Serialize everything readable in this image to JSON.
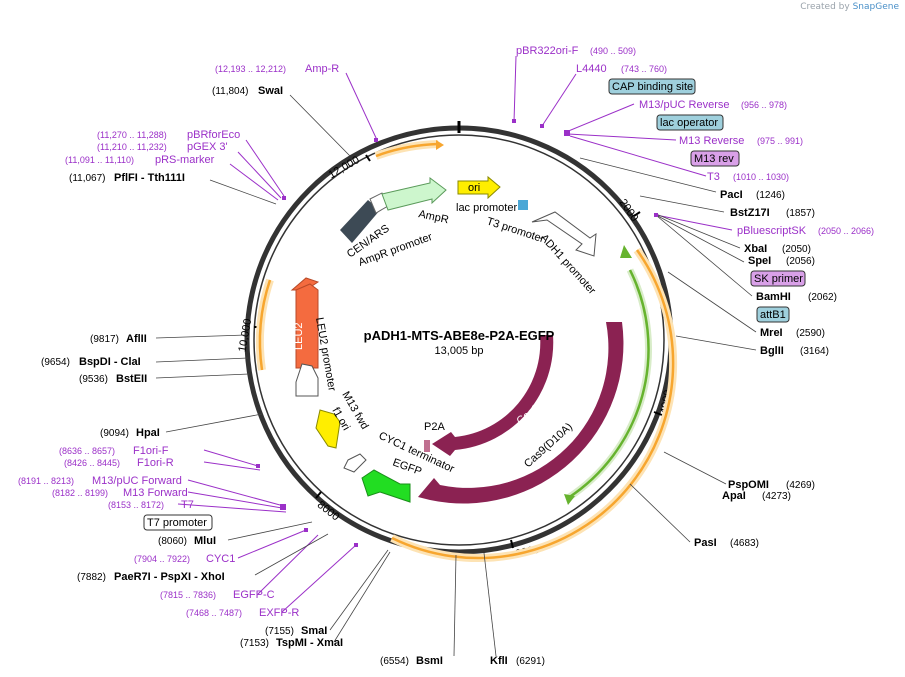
{
  "branding": {
    "prefix": "Created by",
    "name": "SnapGene"
  },
  "plasmid": {
    "name": "pADH1-MTS-ABE8e-P2A-EGFP",
    "size": "13,005 bp"
  },
  "ticks": [
    "12,000",
    "2000",
    "4000",
    "6000",
    "8000",
    "10,000"
  ],
  "colors": {
    "feature_line": "#9b30c8",
    "enzyme_line": "#000000",
    "orange": "#f7a62f",
    "green": "#66b32e",
    "maroon": "#8b2252",
    "yellow": "#ffee00",
    "teal_box": "#9fd0dd",
    "pink_box": "#d9a0e8"
  },
  "enzymes": [
    {
      "name": "SwaI",
      "pos": "(11,804)"
    },
    {
      "name": "PflFI   - Tth111I",
      "pos": "(11,067)"
    },
    {
      "name": "PacI",
      "pos": "(1246)"
    },
    {
      "name": "BstZ17I",
      "pos": "(1857)"
    },
    {
      "name": "XbaI",
      "pos": "(2050)"
    },
    {
      "name": "SpeI",
      "pos": "(2056)"
    },
    {
      "name": "BamHI",
      "pos": "(2062)"
    },
    {
      "name": "MreI",
      "pos": "(2590)"
    },
    {
      "name": "BglII",
      "pos": "(3164)"
    },
    {
      "name": "AflII",
      "pos": "(9817)"
    },
    {
      "name": "BspDI   - ClaI",
      "pos": "(9654)"
    },
    {
      "name": "BstEII",
      "pos": "(9536)"
    },
    {
      "name": "HpaI",
      "pos": "(9094)"
    },
    {
      "name": "PspOMI",
      "pos": "(4269)"
    },
    {
      "name": "ApaI",
      "pos": "(4273)"
    },
    {
      "name": "PasI",
      "pos": "(4683)"
    },
    {
      "name": "MluI",
      "pos": "(8060)"
    },
    {
      "name": "PaeR7I   - PspXI   - XhoI",
      "pos": "(7882)"
    },
    {
      "name": "SmaI",
      "pos": "(7155)"
    },
    {
      "name": "TspMI   - XmaI",
      "pos": "(7153)"
    },
    {
      "name": "BsmI",
      "pos": "(6554)"
    },
    {
      "name": "KflI",
      "pos": "(6291)"
    }
  ],
  "primer_labels": [
    {
      "name": "Amp-R",
      "range": "(12,193 .. 12,212)"
    },
    {
      "name": "pBRforEco",
      "range": "(11,270 .. 11,288)"
    },
    {
      "name": "pGEX 3'",
      "range": "(11,210 .. 11,232)"
    },
    {
      "name": "pRS-marker",
      "range": "(11,091 .. 11,110)"
    },
    {
      "name": "pBR322ori-F",
      "range": "(490 .. 509)"
    },
    {
      "name": "L4440",
      "range": "(743 .. 760)"
    },
    {
      "name": "CAP binding site",
      "range": ""
    },
    {
      "name": "M13/pUC Reverse",
      "range": "(956 .. 978)"
    },
    {
      "name": "lac operator",
      "range": ""
    },
    {
      "name": "M13 Reverse",
      "range": "(975 .. 991)"
    },
    {
      "name": "M13 rev",
      "range": ""
    },
    {
      "name": "T3",
      "range": "(1010 .. 1030)"
    },
    {
      "name": "pBluescriptSK",
      "range": "(2050 .. 2066)"
    },
    {
      "name": "SK primer",
      "range": ""
    },
    {
      "name": "attB1",
      "range": ""
    },
    {
      "name": "F1ori-F",
      "range": "(8636 .. 8657)"
    },
    {
      "name": "F1ori-R",
      "range": "(8426 .. 8445)"
    },
    {
      "name": "M13/pUC Forward",
      "range": "(8191 .. 8213)"
    },
    {
      "name": "M13 Forward",
      "range": "(8182 .. 8199)"
    },
    {
      "name": "T7",
      "range": "(8153 .. 8172)"
    },
    {
      "name": "T7 promoter",
      "range": ""
    },
    {
      "name": "CYC1",
      "range": "(7904 .. 7922)"
    },
    {
      "name": "EGFP-C",
      "range": "(7815 .. 7836)"
    },
    {
      "name": "EXFP-R",
      "range": "(7468 .. 7487)"
    }
  ],
  "features": [
    {
      "name": "ori"
    },
    {
      "name": "AmpR"
    },
    {
      "name": "AmpR promoter"
    },
    {
      "name": "CEN/ARS"
    },
    {
      "name": "lac promoter"
    },
    {
      "name": "T3 promoter"
    },
    {
      "name": "ADH1 promoter"
    },
    {
      "name": "LEU2"
    },
    {
      "name": "LEU2 promoter"
    },
    {
      "name": "M13 fwd"
    },
    {
      "name": "f1 ori"
    },
    {
      "name": "CYC1 terminator"
    },
    {
      "name": "EGFP"
    },
    {
      "name": "P2A"
    },
    {
      "name": "Cas9"
    },
    {
      "name": "Cas9(D10A)"
    }
  ]
}
